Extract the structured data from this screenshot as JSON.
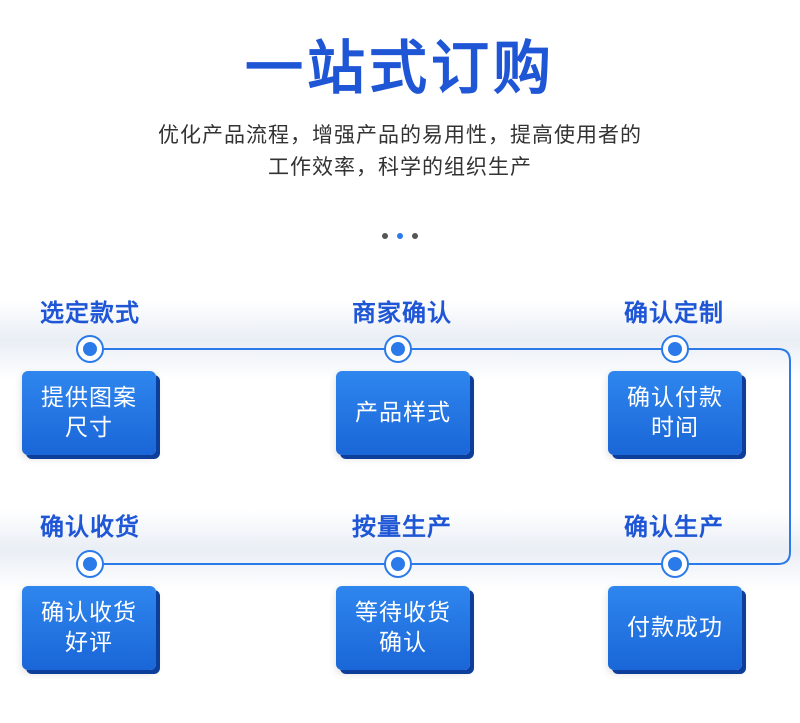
{
  "header": {
    "title": "一站式订购",
    "subtitle_line1": "优化产品流程，增强产品的易用性，提高使用者的",
    "subtitle_line2": "工作效率，科学的组织生产"
  },
  "accent_color": "#1f56d6",
  "card_color": "#2a7ae9",
  "carousel": {
    "count": 3,
    "active_index": 1
  },
  "steps": [
    {
      "label": "选定款式",
      "card": "提供图案\n尺寸"
    },
    {
      "label": "商家确认",
      "card": "产品样式"
    },
    {
      "label": "确认定制",
      "card": "确认付款\n时间"
    },
    {
      "label": "确认收货",
      "card": "确认收货\n好评"
    },
    {
      "label": "按量生产",
      "card": "等待收货\n确认"
    },
    {
      "label": "确认生产",
      "card": "付款成功"
    }
  ]
}
